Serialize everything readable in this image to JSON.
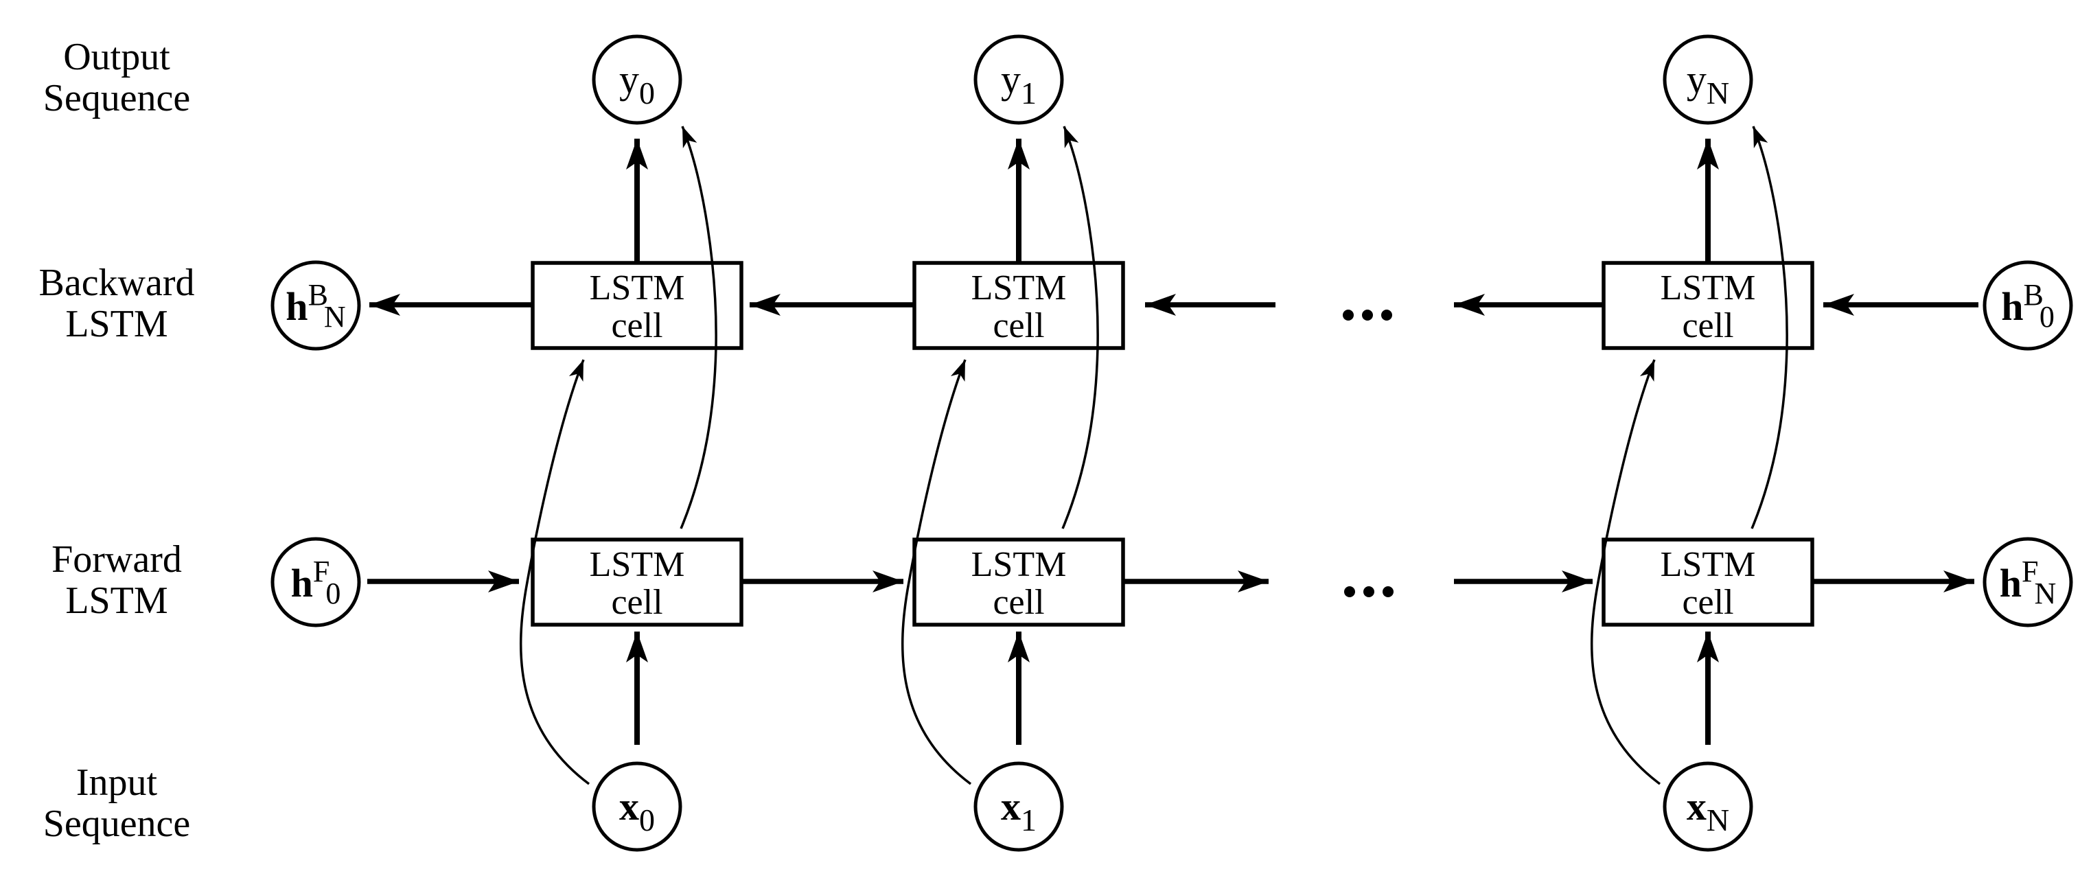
{
  "rows": {
    "output": {
      "line1": "Output",
      "line2": "Sequence"
    },
    "backward": {
      "line1": "Backward",
      "line2": "LSTM"
    },
    "forward": {
      "line1": "Forward",
      "line2": "LSTM"
    },
    "input": {
      "line1": "Input",
      "line2": "Sequence"
    }
  },
  "cell": {
    "line1": "LSTM",
    "line2": "cell"
  },
  "nodes": {
    "y0": {
      "base": "y",
      "sub": "0"
    },
    "y1": {
      "base": "y",
      "sub": "1"
    },
    "yN": {
      "base": "y",
      "sub": "N"
    },
    "hBN": {
      "base": "h",
      "sup": "B",
      "sub": "N"
    },
    "hB0": {
      "base": "h",
      "sup": "B",
      "sub": "0"
    },
    "hF0": {
      "base": "h",
      "sup": "F",
      "sub": "0"
    },
    "hFN": {
      "base": "h",
      "sup": "F",
      "sub": "N"
    },
    "x0": {
      "base": "x",
      "sub": "0"
    },
    "x1": {
      "base": "x",
      "sub": "1"
    },
    "xN": {
      "base": "x",
      "sub": "N"
    }
  },
  "colors": {
    "ink": "#000000",
    "background": "#ffffff"
  }
}
